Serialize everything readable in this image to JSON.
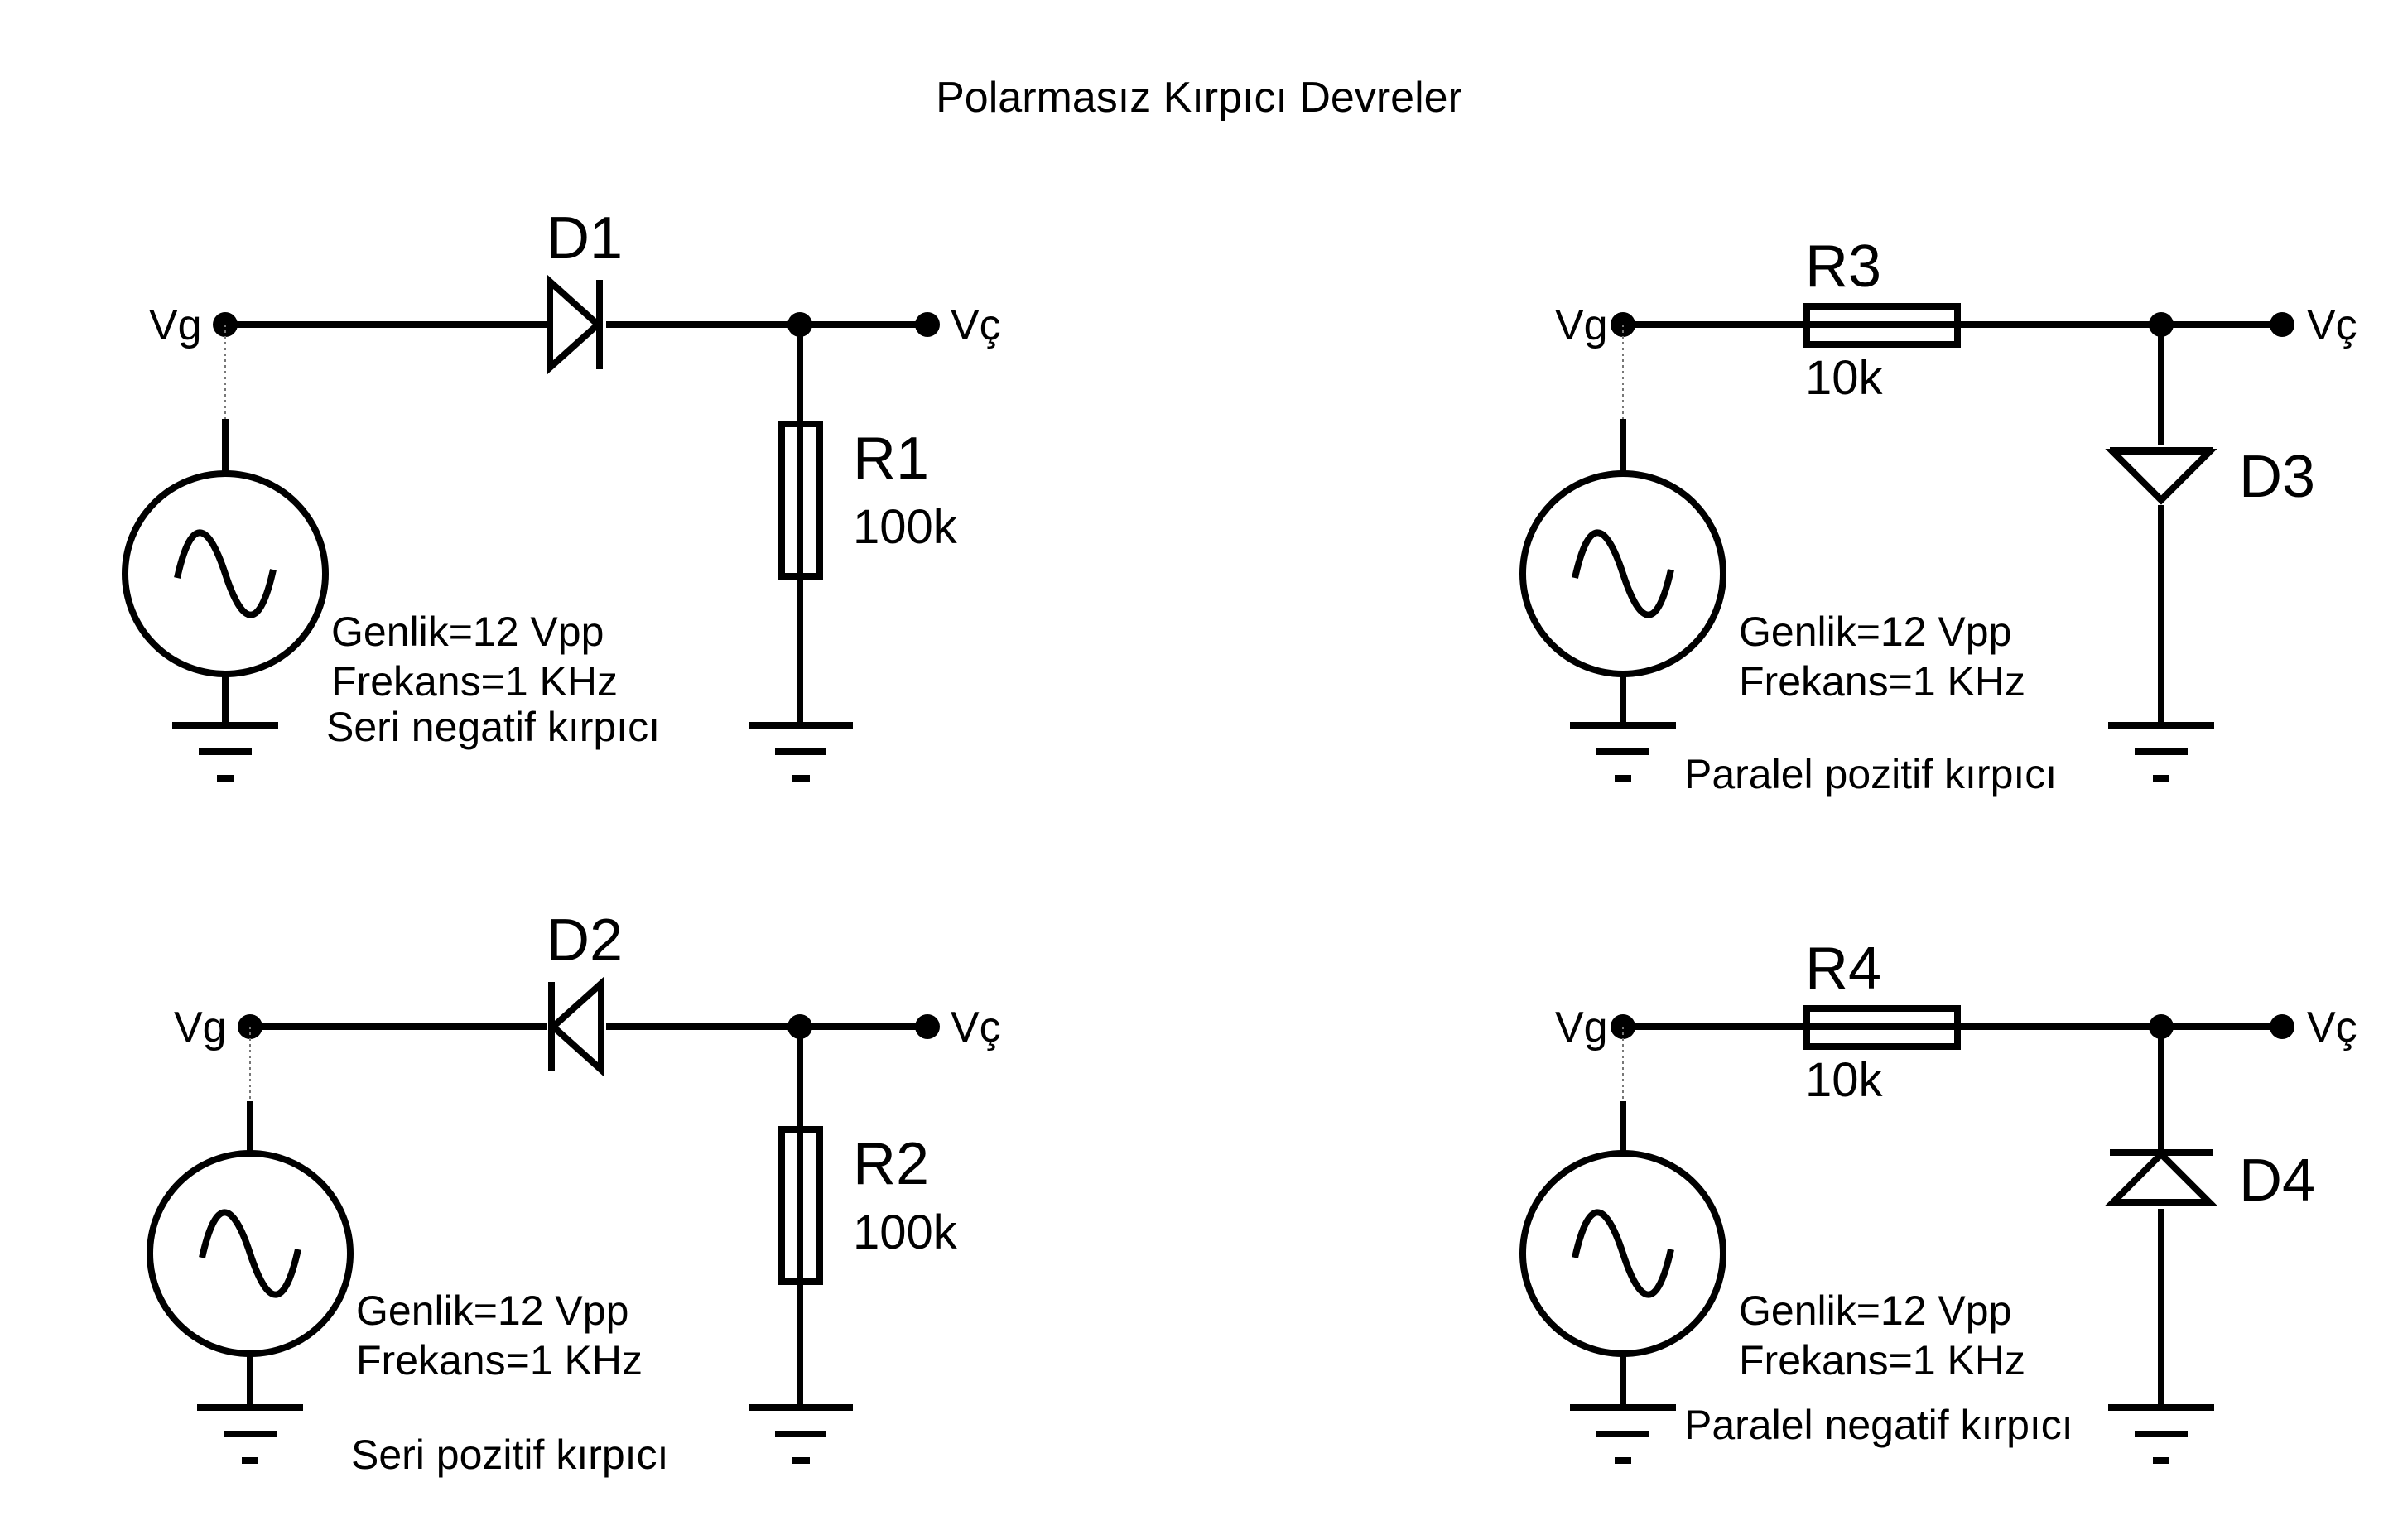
{
  "title": "Polarmasız Kırpıcı Devreler",
  "circuits": [
    {
      "input_label": "Vg",
      "output_label": "Vç",
      "diode": "D1",
      "resistor": "R1",
      "resistor_value": "100k",
      "amplitude": "Genlik=12 Vpp",
      "frequency": "Frekans=1 KHz",
      "caption": "Seri negatif kırpıcı"
    },
    {
      "input_label": "Vg",
      "output_label": "Vç",
      "diode": "D3",
      "resistor": "R3",
      "resistor_value": "10k",
      "amplitude": "Genlik=12 Vpp",
      "frequency": "Frekans=1 KHz",
      "caption": "Paralel pozitif  kırpıcı"
    },
    {
      "input_label": "Vg",
      "output_label": "Vç",
      "diode": "D2",
      "resistor": "R2",
      "resistor_value": "100k",
      "amplitude": "Genlik=12 Vpp",
      "frequency": "Frekans=1 KHz",
      "caption": "Seri pozitif kırpıcı"
    },
    {
      "input_label": "Vg",
      "output_label": "Vç",
      "diode": "D4",
      "resistor": "R4",
      "resistor_value": "10k",
      "amplitude": "Genlik=12 Vpp",
      "frequency": "Frekans=1 KHz",
      "caption": "Paralel negatif kırpıcı"
    }
  ]
}
